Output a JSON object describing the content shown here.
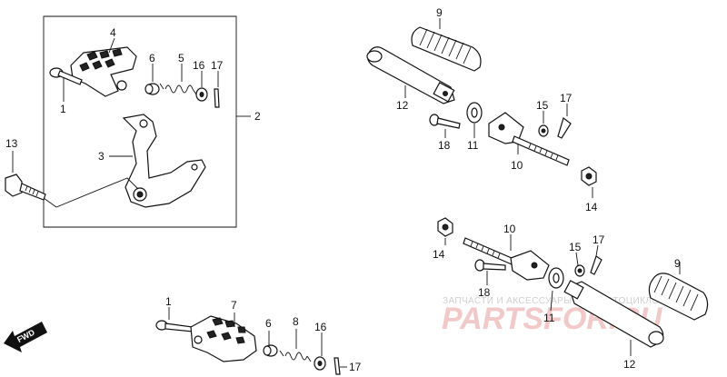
{
  "callouts": {
    "c1a": "1",
    "c2": "2",
    "c3": "3",
    "c4": "4",
    "c5": "5",
    "c6a": "6",
    "c13": "13",
    "c16a": "16",
    "c17a": "17",
    "c9": "9",
    "c12a": "12",
    "c15a": "15",
    "c17b": "17",
    "c18a": "18",
    "c11a": "11",
    "c10a": "10",
    "c14a": "14",
    "c14b": "14",
    "c10b": "10",
    "c15b": "15",
    "c17c": "17",
    "c18b": "18",
    "c11b": "11",
    "c9b": "9",
    "c12b": "12",
    "c1b": "1",
    "c7": "7",
    "c6b": "6",
    "c8": "8",
    "c16b": "16",
    "c17d": "17"
  },
  "fwd_label": "FWD",
  "watermark": {
    "line1": "ЗАПЧАСТИ И АКСЕССУАРЫ ДЛЯ МОТОЦИКЛОВ",
    "line2": "PARTSFOR.RU"
  }
}
